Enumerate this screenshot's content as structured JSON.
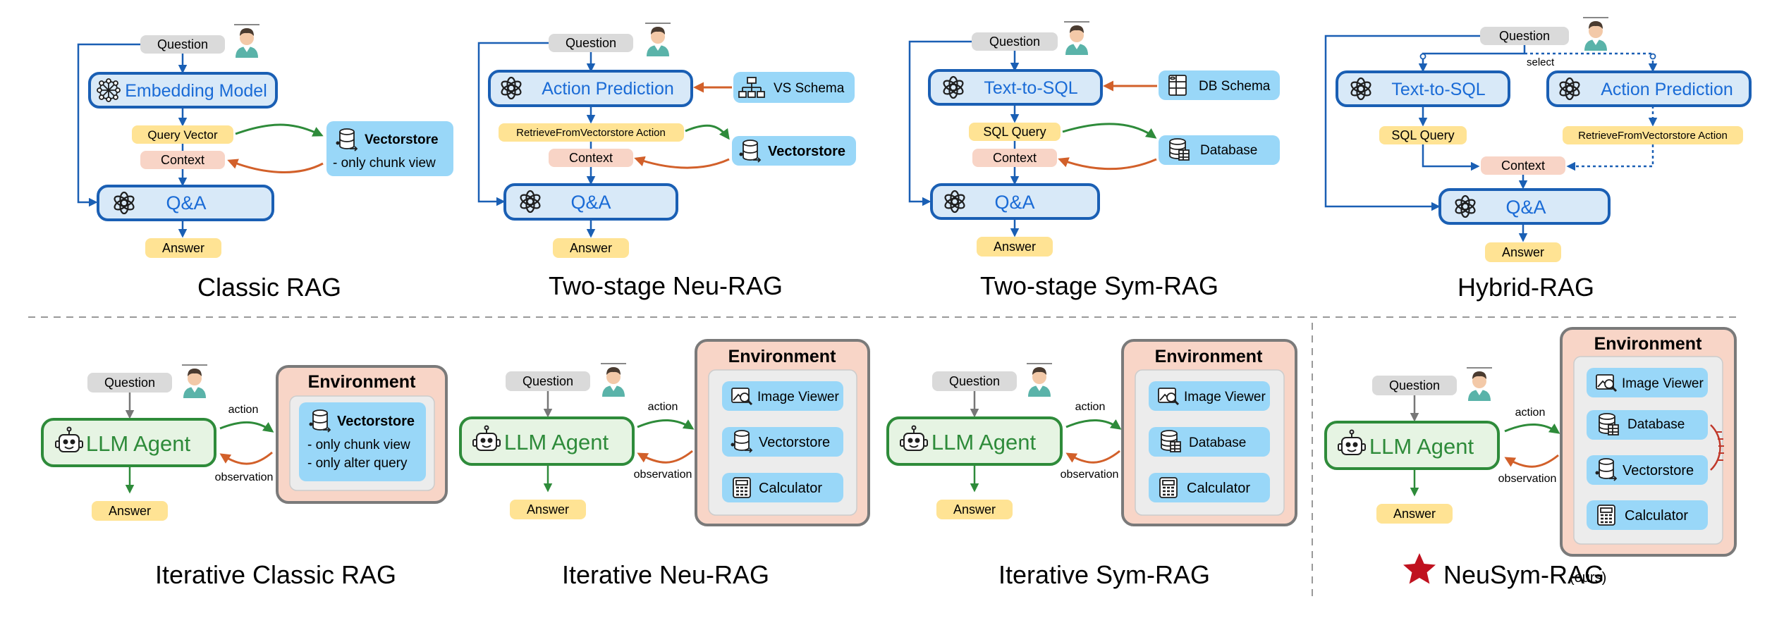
{
  "colors": {
    "blue_fill": "#d8e9f8",
    "blue_stroke": "#1a5fb4",
    "blue_text": "#1a6bd6",
    "green_fill": "#e6f4e3",
    "green_stroke": "#2e8b3a",
    "green_text": "#2e8b3a",
    "yellow": "#ffe394",
    "pink": "#f8d4c6",
    "gray": "#dadada",
    "cyan": "#99d7f8",
    "env_fill": "#f8d5c7",
    "env_stroke": "#7a7a7a",
    "arrow_green": "#2e8b3a",
    "arrow_orange": "#d2602a",
    "arrow_blue": "#1a5fb4",
    "arrow_gray": "#777777",
    "star": "#c0121f",
    "divider": "#999999"
  },
  "icons": {
    "user": "user-avatar-icon",
    "openai": "openai-logo-icon",
    "embedding": "embedding-network-icon",
    "vectorstore": "vectorstore-icon",
    "database": "database-icon",
    "schema": "schema-tree-icon",
    "db_schema": "db-schema-icon",
    "robot": "robot-agent-icon",
    "image_viewer": "image-viewer-icon",
    "calculator": "calculator-icon",
    "star": "red-star-icon"
  },
  "top": {
    "classic_rag": {
      "title": "Classic RAG",
      "question": "Question",
      "embedding_model": "Embedding Model",
      "query_vector": "Query Vector",
      "vectorstore": "Vectorstore",
      "vectorstore_note": "- only chunk view",
      "context": "Context",
      "qa": "Q&A",
      "answer": "Answer"
    },
    "two_stage_neu": {
      "title": "Two-stage Neu-RAG",
      "question": "Question",
      "action_prediction": "Action Prediction",
      "vs_schema": "VS Schema",
      "retrieve_action": "RetrieveFromVectorstore Action",
      "vectorstore": "Vectorstore",
      "context": "Context",
      "qa": "Q&A",
      "answer": "Answer"
    },
    "two_stage_sym": {
      "title": "Two-stage Sym-RAG",
      "question": "Question",
      "text_to_sql": "Text-to-SQL",
      "db_schema": "DB Schema",
      "sql_query": "SQL Query",
      "database": "Database",
      "context": "Context",
      "qa": "Q&A",
      "answer": "Answer"
    },
    "hybrid": {
      "title": "Hybrid-RAG",
      "question": "Question",
      "select": "select",
      "text_to_sql": "Text-to-SQL",
      "action_prediction": "Action Prediction",
      "sql_query": "SQL Query",
      "retrieve_action": "RetrieveFromVectorstore Action",
      "context": "Context",
      "qa": "Q&A",
      "answer": "Answer"
    }
  },
  "bottom": {
    "iter_classic": {
      "title": "Iterative Classic RAG",
      "question": "Question",
      "agent": "LLM Agent",
      "answer": "Answer",
      "action": "action",
      "observation": "observation",
      "environment": "Environment",
      "vectorstore": "Vectorstore",
      "note1": "- only chunk view",
      "note2": "- only alter query"
    },
    "iter_neu": {
      "title": "Iterative Neu-RAG",
      "question": "Question",
      "agent": "LLM Agent",
      "answer": "Answer",
      "action": "action",
      "observation": "observation",
      "environment": "Environment",
      "tools": [
        "Image Viewer",
        "Vectorstore",
        "Calculator"
      ]
    },
    "iter_sym": {
      "title": "Iterative Sym-RAG",
      "question": "Question",
      "agent": "LLM Agent",
      "answer": "Answer",
      "action": "action",
      "observation": "observation",
      "environment": "Environment",
      "tools": [
        "Image Viewer",
        "Database",
        "Calculator"
      ]
    },
    "neusym": {
      "title": "NeuSym-RAG",
      "suffix": "(ours)",
      "question": "Question",
      "agent": "LLM Agent",
      "answer": "Answer",
      "action": "action",
      "observation": "observation",
      "environment": "Environment",
      "tools": [
        "Image Viewer",
        "Database",
        "Vectorstore",
        "Calculator"
      ]
    }
  }
}
